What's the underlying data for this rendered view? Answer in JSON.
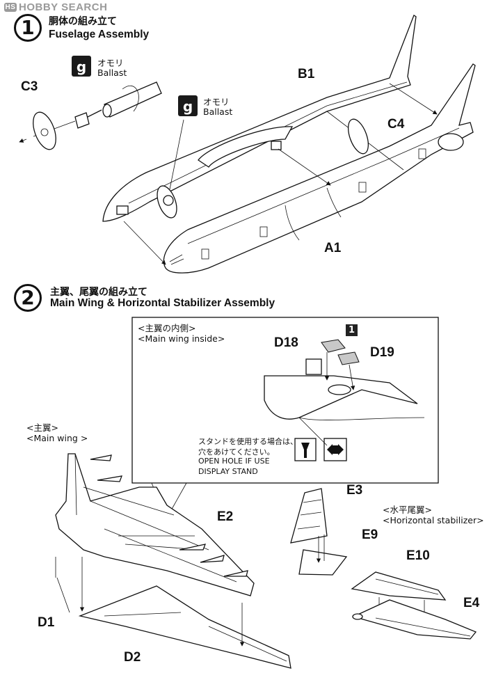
{
  "watermark": "HOBBY SEARCH",
  "step1": {
    "number": "1",
    "title_jp": "胴体の組み立て",
    "title_en": "Fuselage Assembly",
    "ballast_jp": "オモリ",
    "ballast_en": "Ballast",
    "ballast_icon": "g",
    "parts": {
      "c3": "C3",
      "c4": "C4",
      "b1": "B1",
      "a1": "A1"
    }
  },
  "step2": {
    "number": "2",
    "title_jp": "主翼、尾翼の組み立て",
    "title_en": "Main Wing & Horizontal Stabilizer Assembly",
    "inset_title_jp": "<主翼の内側>",
    "inset_title_en": "<Main wing inside>",
    "inset_badge": "1",
    "stand_note_jp_1": "スタンドを使用する場合は、",
    "stand_note_jp_2": "穴をあけてください。",
    "stand_note_en_1": "OPEN HOLE  IF USE",
    "stand_note_en_2": "DISPLAY STAND",
    "main_wing_jp": "<主翼>",
    "main_wing_en": "<Main wing >",
    "hstab_jp": "<水平尾翼>",
    "hstab_en": "<Horizontal stabilizer>",
    "parts": {
      "d18": "D18",
      "d19": "D19",
      "e2": "E2",
      "e3": "E3",
      "e9": "E9",
      "e10": "E10",
      "e4": "E4",
      "d1": "D1",
      "d2": "D2"
    }
  },
  "colors": {
    "ink": "#111111",
    "watermark": "#9a9a9a",
    "part_fill": "#c8c8c8"
  }
}
